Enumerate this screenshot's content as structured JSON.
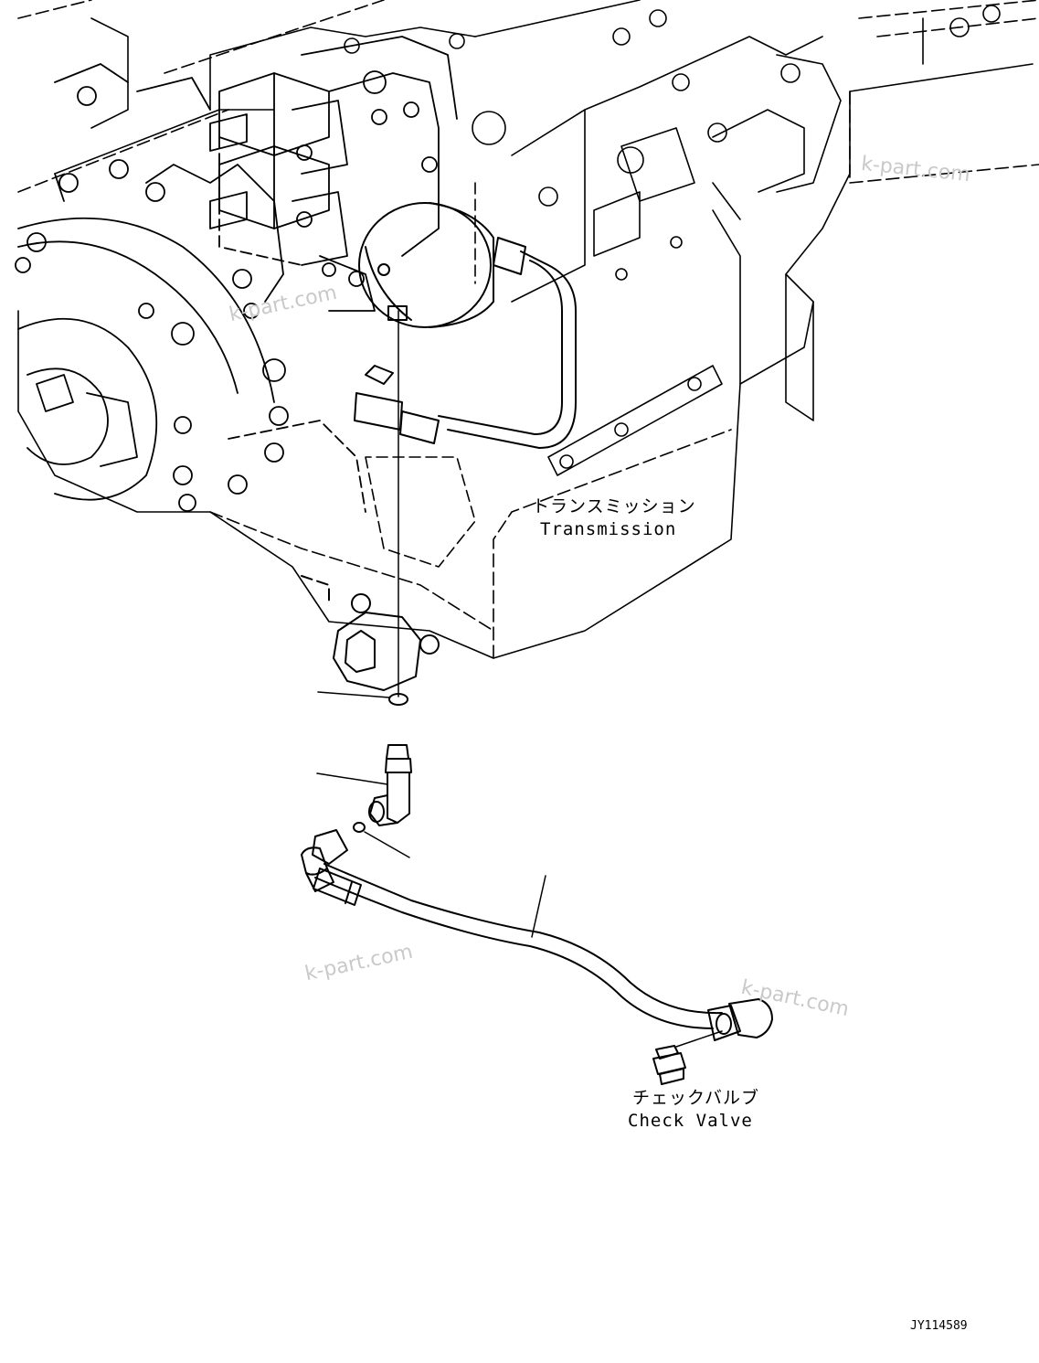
{
  "labels": {
    "transmission_jp": "トランスミッション",
    "transmission_en": "Transmission",
    "check_valve_jp": "チェックバルブ",
    "check_valve_en": "Check Valve",
    "drawing_number": "JY114589"
  },
  "watermark": "k-part.com",
  "colors": {
    "line": "#000000",
    "watermark": "#c9c9c9",
    "background": "#ffffff"
  }
}
